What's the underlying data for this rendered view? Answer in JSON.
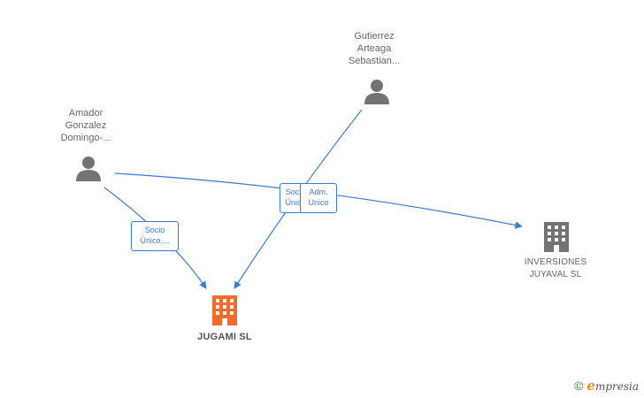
{
  "nodes": {
    "gutierrez": {
      "lines": [
        "Gutierrez",
        "Arteaga",
        "Sebastian..."
      ],
      "icon": "person-icon"
    },
    "amador": {
      "lines": [
        "Amador",
        "Gonzalez",
        "Domingo-..."
      ],
      "icon": "person-icon"
    },
    "inversiones": {
      "lines": [
        "INVERSIONES",
        "JUYAVAL SL"
      ],
      "icon": "building-icon"
    },
    "jugami": {
      "lines": [
        "JUGAMI SL"
      ],
      "icon": "building-icon"
    }
  },
  "relations": {
    "amador_jugami": [
      "Socio",
      "Único,..."
    ],
    "gutierrez_jugami": [
      "Socio",
      "Único"
    ],
    "amador_inversiones": [
      "Adm.",
      "Unico"
    ]
  },
  "footer": {
    "copyright_symbol": "©",
    "brand_initial": "e",
    "brand_rest": "mpresia"
  },
  "colors": {
    "edge": "#3a7bd5",
    "person": "#737373",
    "company": "#737373",
    "company_highlight": "#f26a2e",
    "label_text": "#666666",
    "brand_green": "#2c8c3c",
    "brand_orange": "#f08a1c"
  }
}
